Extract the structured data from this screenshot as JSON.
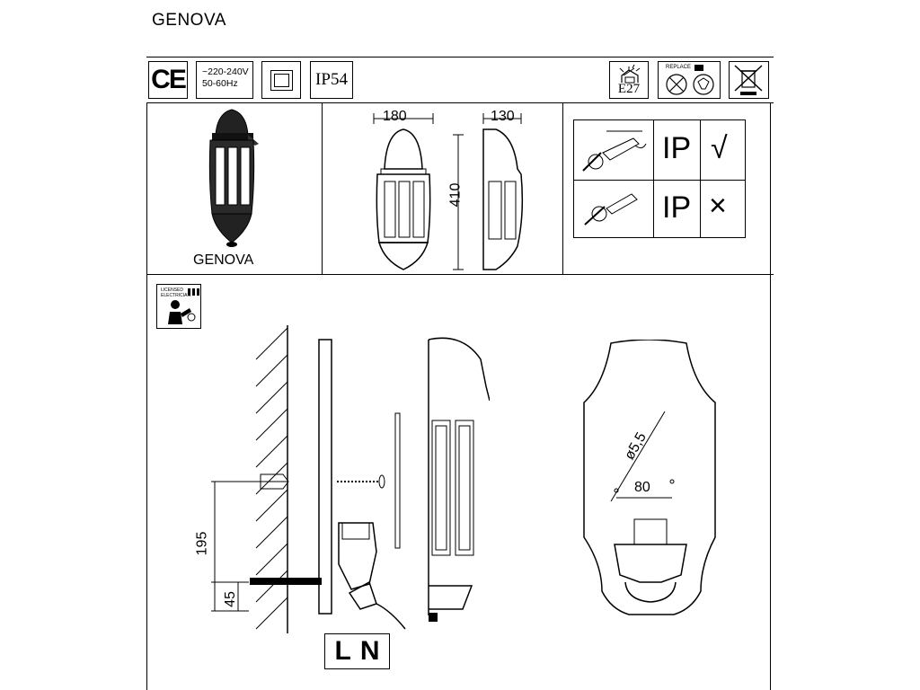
{
  "document": {
    "title": "GENOVA",
    "product_label": "GENOVA",
    "ce_mark": "CE",
    "voltage": "~220-240V",
    "frequency": "50-60Hz",
    "ip_rating": "IP54",
    "bulb_socket": "E27",
    "replace_label": "REPLACE",
    "electrician_label_1": "LICENSED",
    "electrician_label_2": "ELECTRICIAN",
    "dims": {
      "width": "180",
      "depth": "130",
      "height": "410",
      "mount_height": "195",
      "cable_height": "45",
      "hole_diameter": "ø5,5",
      "hole_spacing": "80"
    },
    "ip_table": {
      "row1_label": "IP",
      "row1_mark": "√",
      "row2_label": "IP",
      "row2_mark": "×"
    },
    "wiring": {
      "live": "L",
      "neutral": "N"
    }
  },
  "icons": [
    "ce-mark-icon",
    "class-ii-icon",
    "bulb-e27-icon",
    "replace-bulb-icon",
    "weee-bin-icon",
    "electrician-icon",
    "screwdriver-icon"
  ]
}
